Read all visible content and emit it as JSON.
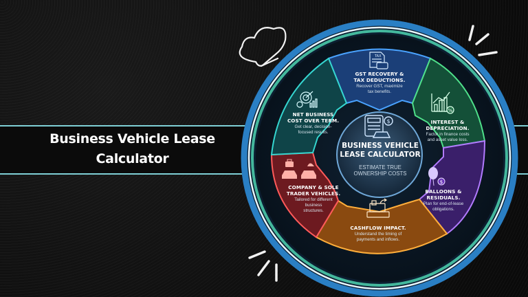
{
  "page": {
    "title": "Business Vehicle Lease Calculator",
    "title_line1": "Business Vehicle Lease",
    "title_line2": "Calculator"
  },
  "wheel": {
    "center": {
      "title_line1": "BUSINESS VEHICLE",
      "title_line2": "LEASE CALCULATOR",
      "subtitle_line1": "ESTIMATE TRUE",
      "subtitle_line2": "OWNERSHIP COSTS",
      "icon": "calculator-car-dollar-icon"
    },
    "segments": [
      {
        "id": "gst",
        "title_line1": "GST RECOVERY &",
        "title_line2": "TAX DEDUCTIONS.",
        "desc_line1": "Recover GST, maximize",
        "desc_line2": "tax benefits.",
        "icon": "tax-document-money-icon",
        "color": "#2f6fd6"
      },
      {
        "id": "interest",
        "title_line1": "INTEREST &",
        "title_line2": "DEPRECIATION.",
        "desc_line1": "Factor in finance costs",
        "desc_line2": "and asset value loss.",
        "icon": "growth-chart-percent-icon",
        "color": "#2fb86a"
      },
      {
        "id": "balloons",
        "title_line1": "BALLOONS &",
        "title_line2": "RESIDUALS.",
        "desc_line1": "Plan for end-of-lease",
        "desc_line2": "obligations.",
        "icon": "balloon-coin-icon",
        "color": "#8a3fd1"
      },
      {
        "id": "cashflow",
        "title_line1": "CASHFLOW IMPACT.",
        "title_line2": "",
        "desc_line1": "Understand the timing of",
        "desc_line2": "payments and inflows.",
        "icon": "cash-register-icon",
        "color": "#e0841c"
      },
      {
        "id": "company",
        "title_line1": "COMPANY & SOLE",
        "title_line2": "TRADER VEHICLES.",
        "desc_line1": "Tailored for different",
        "desc_line2": "business",
        "desc_line3": "structures.",
        "icon": "briefcase-hardhat-cars-icon",
        "color": "#c9303a"
      },
      {
        "id": "net",
        "title_line1": "NET BUSINESS",
        "title_line2": "COST OVER TERM.",
        "desc_line1": "Get clear, decision-",
        "desc_line2": "focused results.",
        "icon": "target-chart-check-icon",
        "color": "#1d8a90"
      }
    ]
  },
  "decorations": {
    "top_left": "chef-hat-doodle-icon",
    "top_right": "sparkle-lines-icon",
    "bottom_left": "sparkle-lines-icon"
  },
  "colors": {
    "background": "#0d0d0d",
    "band_line": "#7fd0d6",
    "outer_ring": "#2a7fc4",
    "inner_ring": "#4fd3b0"
  }
}
